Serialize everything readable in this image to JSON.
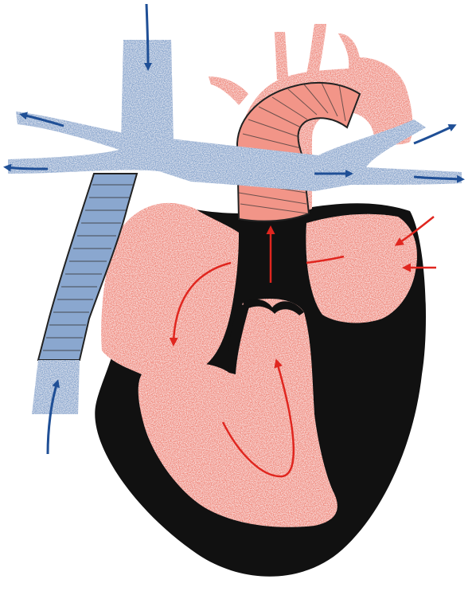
{
  "illustration": {
    "colors": {
      "venous_blue": "#8aa7cf",
      "venous_arrow": "#1f4f96",
      "arterial_red": "#f08b7e",
      "arterial_arrow": "#e0261f",
      "myocardium_black": "#111111",
      "outline": "#1a1a1a",
      "background": "#ffffff"
    },
    "flow_arrows": {
      "venous": [
        "svc-inflow",
        "ivc-inflow",
        "left-branch-upper",
        "left-branch-lower",
        "right-branch-upper",
        "right-branch-lower",
        "crossing-vessel-flow"
      ],
      "arterial": [
        "pulmonary-vein-upper",
        "pulmonary-vein-lower",
        "atrium-to-ventricle",
        "ventricle-outflow",
        "conduit-outflow"
      ]
    }
  }
}
